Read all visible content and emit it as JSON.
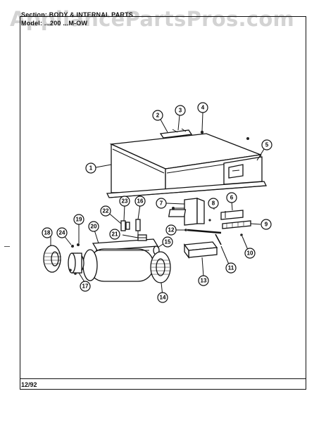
{
  "header": {
    "section_line": "Section: BODY & INTERNAL PARTS",
    "model_line": "Model: ...200 ...M-OW"
  },
  "watermark": "AppliancePartsPros.com",
  "footer": {
    "date_code": "12/92"
  },
  "callouts": [
    "1",
    "2",
    "3",
    "4",
    "5",
    "6",
    "7",
    "8",
    "9",
    "10",
    "11",
    "12",
    "13",
    "14",
    "15",
    "16",
    "17",
    "18",
    "19",
    "20",
    "21",
    "22",
    "23",
    "24"
  ]
}
